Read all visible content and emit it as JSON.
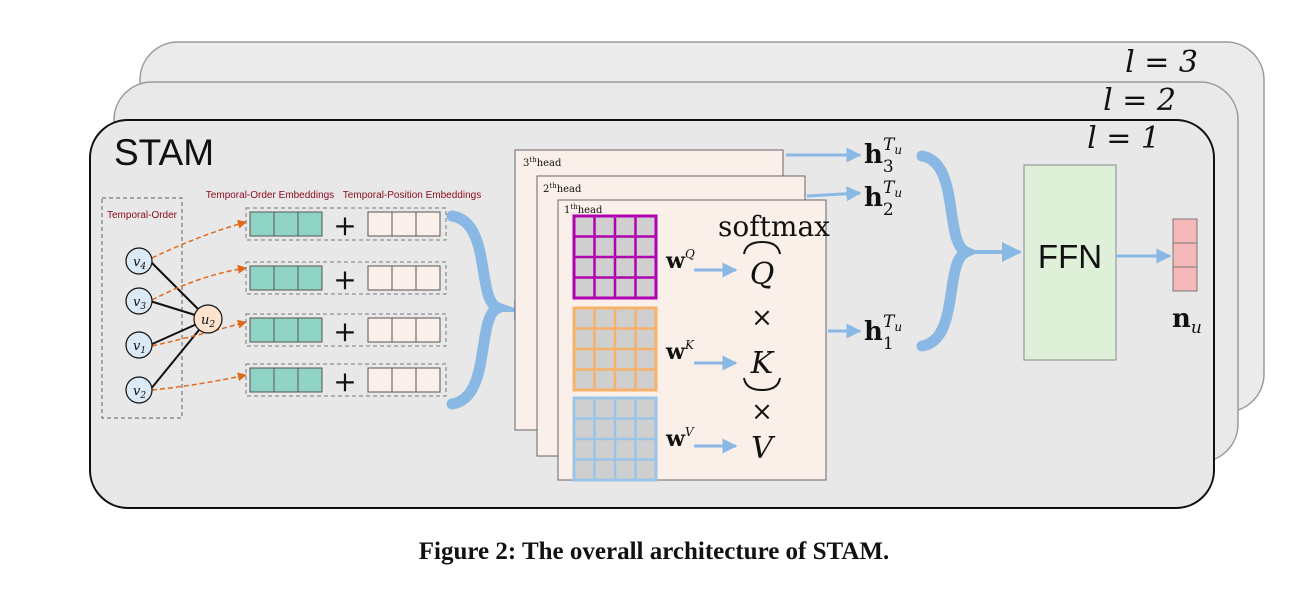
{
  "layers": {
    "l3": "l = 3",
    "l2": "l = 2",
    "l1": "l = 1"
  },
  "block_title": "STAM",
  "temporal_order": {
    "label": "Temporal-Order",
    "nodes": {
      "v4": {
        "base": "v",
        "sub": "4"
      },
      "v3": {
        "base": "v",
        "sub": "3"
      },
      "v1": {
        "base": "v",
        "sub": "1"
      },
      "v2": {
        "base": "v",
        "sub": "2"
      },
      "u2": {
        "base": "u",
        "sub": "2"
      }
    }
  },
  "embeddings": {
    "order_label": "Temporal-Order Embeddings",
    "position_label": "Temporal-Position Embeddings",
    "plus": "+"
  },
  "heads": {
    "head3": {
      "sup": "th",
      "num": "3",
      "word": "head"
    },
    "head2": {
      "sup": "th",
      "num": "2",
      "word": "head"
    },
    "head1": {
      "sup": "th",
      "num": "1",
      "word": "head"
    }
  },
  "attention": {
    "softmax": "softmax",
    "q": "Q",
    "k": "K",
    "v": "V",
    "times": "×",
    "wq": {
      "base": "w",
      "sup": "Q"
    },
    "wk": {
      "base": "w",
      "sup": "K"
    },
    "wv": {
      "base": "w",
      "sup": "V"
    }
  },
  "outputs": {
    "h3": {
      "base": "h",
      "sub": "3",
      "sup": "T",
      "supsub": "u"
    },
    "h2": {
      "base": "h",
      "sub": "2",
      "sup": "T",
      "supsub": "u"
    },
    "h1": {
      "base": "h",
      "sub": "1",
      "sup": "T",
      "supsub": "u"
    }
  },
  "ffn": "FFN",
  "result": {
    "base": "n",
    "sub": "u"
  },
  "caption": "Figure 2: The overall architecture of STAM.",
  "colors": {
    "teal": "#8fd3c4",
    "cream": "#fbefe9",
    "magenta": "#b000b0",
    "orange": "#f7b26a",
    "lightblue": "#9bc5e8",
    "cell_gray": "#cfcfcf",
    "arrow_blue": "#8ab8e4",
    "dash_orange": "#e06a1c",
    "ffn_green": "#dff0d8",
    "node_fill": "#dbeaf7",
    "u_fill": "#fde3cd",
    "output_pink": "#f6b9b9",
    "label_red": "#8b0a1e"
  }
}
